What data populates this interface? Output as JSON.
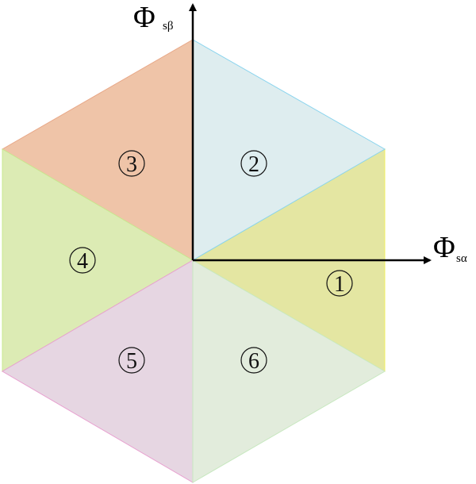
{
  "axes": {
    "beta": {
      "symbol": "Φ",
      "subscript": "sβ"
    },
    "alpha": {
      "symbol": "Φ",
      "subscript": "sα"
    }
  },
  "sectors": [
    {
      "id": 1,
      "label": "1",
      "fill": "#e4e6a2",
      "stroke": "#f0f060"
    },
    {
      "id": 2,
      "label": "2",
      "fill": "#deedef",
      "stroke": "#8ad4ee"
    },
    {
      "id": 3,
      "label": "3",
      "fill": "#efc4a8",
      "stroke": "#e8a888"
    },
    {
      "id": 4,
      "label": "4",
      "fill": "#dcebb4",
      "stroke": "#c8e890"
    },
    {
      "id": 5,
      "label": "5",
      "fill": "#e6d6e2",
      "stroke": "#e8a0d0"
    },
    {
      "id": 6,
      "label": "6",
      "fill": "#e2ecdc",
      "stroke": "#c8e8c0"
    }
  ],
  "colors": {
    "axis": "#000000",
    "label_circle": "#111111"
  }
}
